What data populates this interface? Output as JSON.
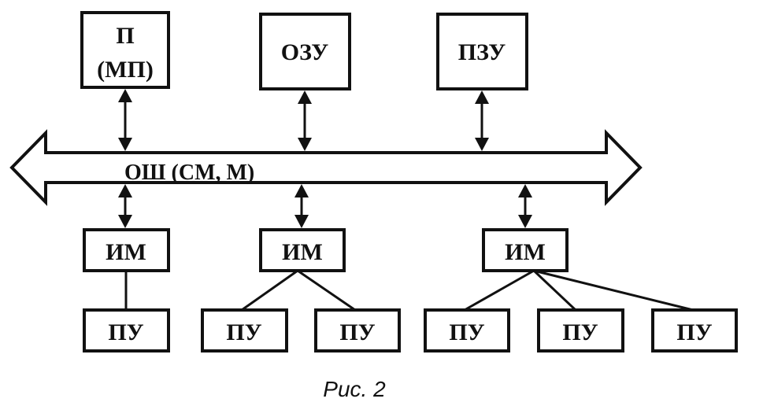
{
  "blocks": {
    "processor": {
      "line1": "П",
      "line2": "(МП)"
    },
    "ram": "ОЗУ",
    "rom": "ПЗУ"
  },
  "bus": {
    "label": "ОШ (СМ, М)"
  },
  "interfaces": [
    "ИМ",
    "ИМ",
    "ИМ"
  ],
  "peripherals": [
    "ПУ",
    "ПУ",
    "ПУ",
    "ПУ",
    "ПУ",
    "ПУ"
  ],
  "caption": "Рис. 2"
}
